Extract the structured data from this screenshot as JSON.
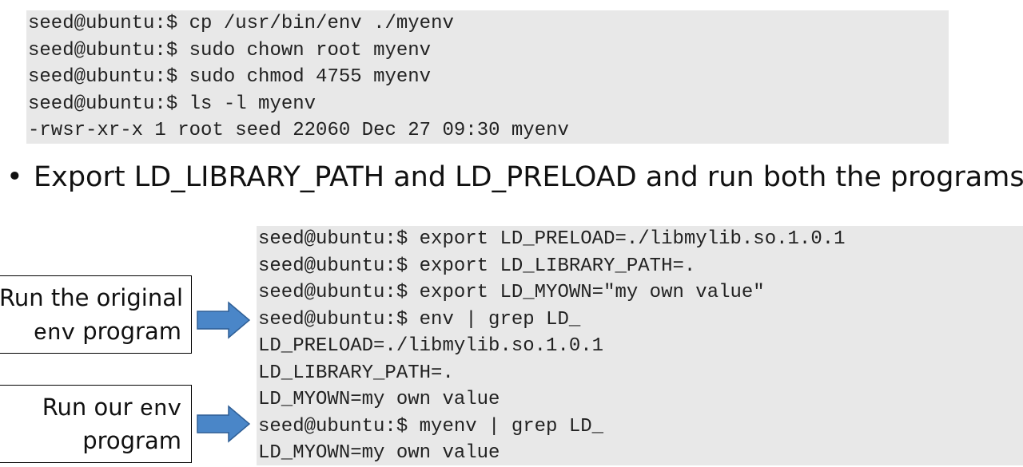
{
  "top_terminal": {
    "lines": [
      "seed@ubuntu:$ cp /usr/bin/env ./myenv",
      "seed@ubuntu:$ sudo chown root myenv",
      "seed@ubuntu:$ sudo chmod 4755 myenv",
      "seed@ubuntu:$ ls -l myenv",
      "-rwsr-xr-x 1 root seed 22060 Dec 27 09:30 myenv"
    ]
  },
  "bullet": {
    "symbol": "•",
    "text": "Export LD_LIBRARY_PATH and LD_PRELOAD and run both the programs:"
  },
  "bottom_terminal": {
    "lines": [
      "seed@ubuntu:$ export LD_PRELOAD=./libmylib.so.1.0.1",
      "seed@ubuntu:$ export LD_LIBRARY_PATH=.",
      "seed@ubuntu:$ export LD_MYOWN=\"my own value\"",
      "seed@ubuntu:$ env | grep LD_",
      "LD_PRELOAD=./libmylib.so.1.0.1",
      "LD_LIBRARY_PATH=.",
      "LD_MYOWN=my own value",
      "seed@ubuntu:$ myenv | grep LD_",
      "LD_MYOWN=my own value"
    ]
  },
  "callouts": {
    "original": {
      "line1": "Run the original",
      "code": "env",
      "line2_suffix": " program"
    },
    "ours": {
      "line1_prefix": "Run our ",
      "code": "env",
      "line2": "program"
    }
  },
  "colors": {
    "terminal_bg": "#e8e8e8",
    "arrow_fill": "#4a86c8",
    "arrow_stroke": "#2f5f96"
  },
  "icons": {
    "arrow": "right-arrow-icon"
  }
}
